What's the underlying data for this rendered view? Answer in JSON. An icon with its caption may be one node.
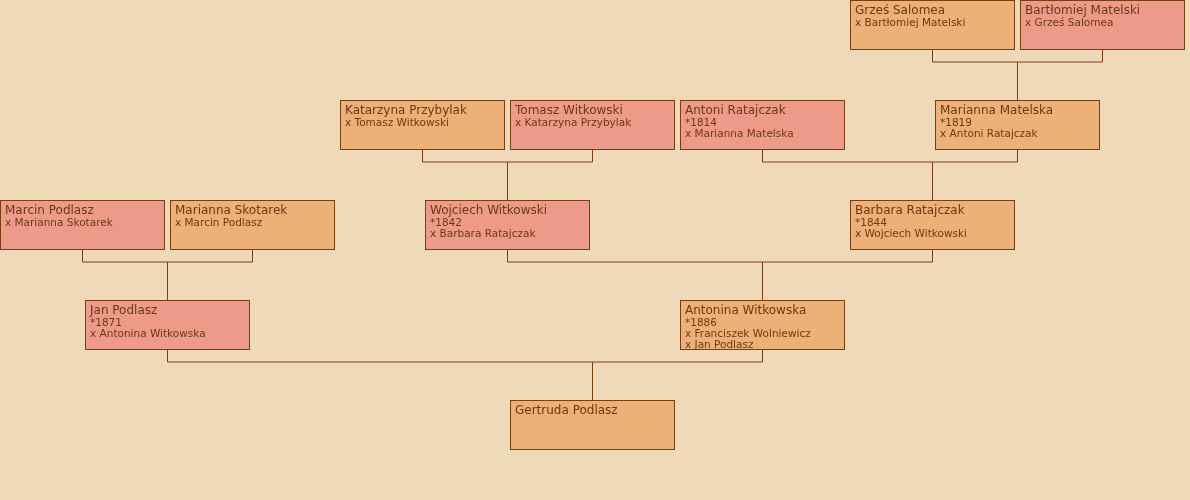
{
  "diagram": {
    "nodes": [
      {
        "text": [
          "Grześ Salomea",
          "x Bartłomiej Matelski"
        ]
      },
      {
        "text": [
          "Bartłomiej Matelski",
          "x Grześ Salomea"
        ]
      },
      {
        "text": [
          "Katarzyna Przybylak",
          "x Tomasz Witkowski"
        ]
      },
      {
        "text": [
          "Tomasz Witkowski",
          "x Katarzyna Przybylak"
        ]
      },
      {
        "text": [
          "Antoni Ratajczak",
          "*1814",
          "x Marianna Matelska"
        ]
      },
      {
        "text": [
          "Marianna Matelska",
          "*1819",
          "x Antoni Ratajczak"
        ]
      },
      {
        "text": [
          "Marcin Podlasz",
          "x Marianna Skotarek"
        ]
      },
      {
        "text": [
          "Marianna Skotarek",
          "x Marcin Podlasz"
        ]
      },
      {
        "text": [
          "Wojciech Witkowski",
          "*1842",
          "x Barbara Ratajczak"
        ]
      },
      {
        "text": [
          "Barbara Ratajczak",
          "*1844",
          "x Wojciech Witkowski"
        ]
      },
      {
        "text": [
          "Jan Podlasz",
          "*1871",
          "x Antonina Witkowska"
        ]
      },
      {
        "text": [
          "Antonina Witkowska",
          "*1886",
          "x Franciszek Wolniewicz",
          "x Jan Podlasz"
        ]
      },
      {
        "text": [
          "Gertruda Podlasz"
        ]
      }
    ],
    "edges": [
      {
        "from": 0,
        "to": 5,
        "arrow": "none"
      },
      {
        "from": 1,
        "to": 5,
        "arrow": "none"
      },
      {
        "from": 2,
        "to": 8,
        "arrow": "none"
      },
      {
        "from": 3,
        "to": 8,
        "arrow": "none"
      },
      {
        "from": 4,
        "to": 9,
        "arrow": "none"
      },
      {
        "from": 5,
        "to": 9,
        "arrow": "none"
      },
      {
        "from": 6,
        "to": 10,
        "arrow": "none"
      },
      {
        "from": 7,
        "to": 10,
        "arrow": "none"
      },
      {
        "from": 8,
        "to": 11,
        "arrow": "none"
      },
      {
        "from": 9,
        "to": 11,
        "arrow": "none"
      },
      {
        "from": 10,
        "to": 12,
        "arrow": "none"
      },
      {
        "from": 11,
        "to": 12,
        "arrow": "none"
      }
    ]
  }
}
